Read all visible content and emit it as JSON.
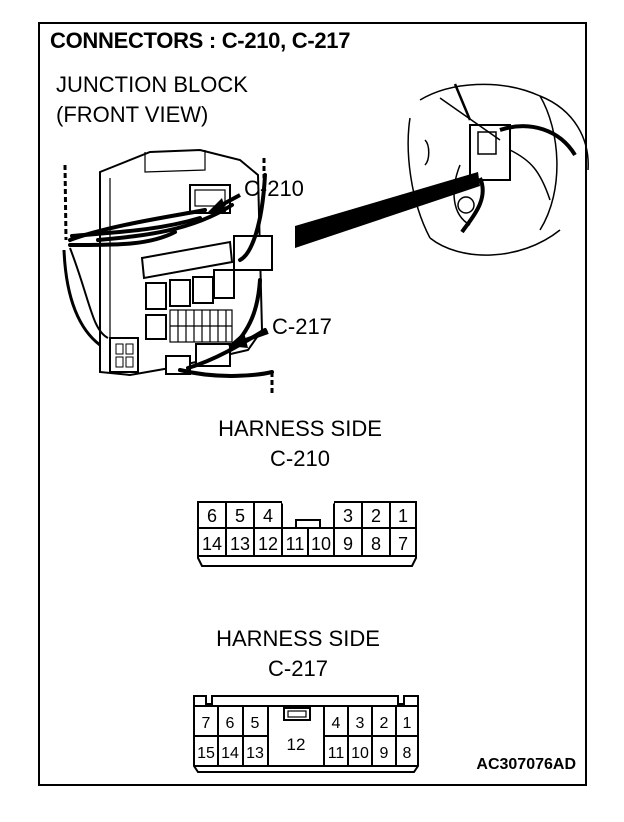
{
  "title": "CONNECTORS : C-210, C-217",
  "junction_block_line1": "JUNCTION BLOCK",
  "junction_block_line2": "(FRONT VIEW)",
  "callouts": {
    "c210": "C-210",
    "c217": "C-217"
  },
  "c210": {
    "harness_label": "HARNESS SIDE",
    "connector_name": "C-210",
    "top_row": [
      "6",
      "5",
      "4",
      "3",
      "2",
      "1"
    ],
    "bottom_row": [
      "14",
      "13",
      "12",
      "11",
      "10",
      "9",
      "8",
      "7"
    ]
  },
  "c217": {
    "harness_label": "HARNESS SIDE",
    "connector_name": "C-217",
    "top_row": [
      "7",
      "6",
      "5",
      "4",
      "3",
      "2",
      "1"
    ],
    "bottom_row": [
      "15",
      "14",
      "13",
      "11",
      "10",
      "9",
      "8"
    ],
    "center_pin": "12"
  },
  "figure_code": "AC307076AD"
}
